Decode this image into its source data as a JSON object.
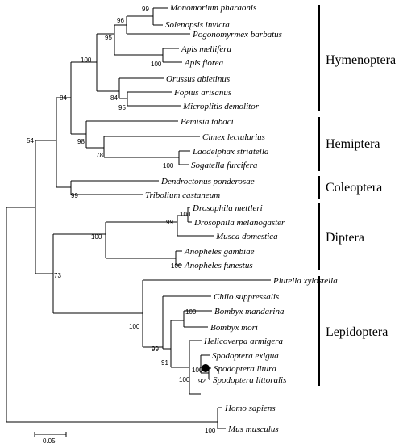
{
  "tree": {
    "taxa": {
      "mph": "Monomorium pharaonis",
      "sol": "Solenopsis invicta",
      "pog": "Pogonomyrmex barbatus",
      "ame": "Apis mellifera",
      "afl": "Apis florea",
      "oru": "Orussus abietinus",
      "fop": "Fopius arisanus",
      "mic": "Microplitis demolitor",
      "bem": "Bemisia tabaci",
      "cim": "Cimex lectularius",
      "lao": "Laodelphax striatella",
      "sog": "Sogatella furcifera",
      "den": "Dendroctonus ponderosae",
      "tri": "Tribolium castaneum",
      "dme": "Drosophila mettleri",
      "dmg": "Drosophila melanogaster",
      "mus": "Musca domestica",
      "ang": "Anopheles gambiae",
      "anf": "Anopheles funestus",
      "plu": "Plutella xylostella",
      "chi": "Chilo suppressalis",
      "bma": "Bombyx mandarina",
      "bmo": "Bombyx mori",
      "hel": "Helicoverpa armigera",
      "spe": "Spodoptera exigua",
      "spl": "Spodoptera litura",
      "spo": "Spodoptera littoralis",
      "hom": "Homo sapiens",
      "mmu": "Mus musculus"
    },
    "bootstrap": {
      "b_mph_sol": "99",
      "b_ants": "96",
      "b_aculeata": "95",
      "b_apis": "100",
      "b_hymenoptera": "100",
      "b_braconid": "95",
      "b_orussus": "84",
      "b_hym_hem": "84",
      "b_hemiptera": "98",
      "b_cimex": "78",
      "b_delphacid": "100",
      "b_coleoptera": "99",
      "b_insect_upper": "54",
      "b_drosophila": "100",
      "b_brachycera": "99",
      "b_diptera": "100",
      "b_anopheles": "100",
      "b_dip_lep": "73",
      "b_lepidoptera": "100",
      "b_chilo": "99",
      "b_bombyx": "100",
      "b_noctuid": "91",
      "b_helicoverpa": "100",
      "b_spodoptera": "100",
      "b_spl_spo": "92",
      "b_vertebrate": "100"
    },
    "orders": [
      "Hymenoptera",
      "Hemiptera",
      "Coleoptera",
      "Diptera",
      "Lepidoptera"
    ],
    "scale_label": "0.05"
  }
}
